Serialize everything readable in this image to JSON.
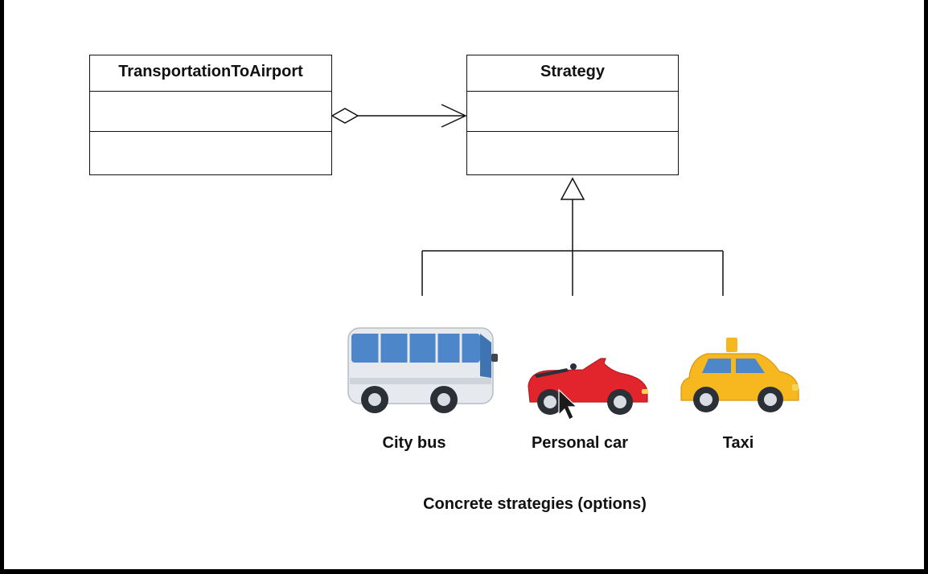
{
  "classes": {
    "context": {
      "name": "TransportationToAirport"
    },
    "strategy": {
      "name": "Strategy"
    }
  },
  "vehicles": [
    {
      "label": "City bus",
      "icon": "bus-icon"
    },
    {
      "label": "Personal car",
      "icon": "convertible-car-icon"
    },
    {
      "label": "Taxi",
      "icon": "taxi-icon"
    }
  ],
  "caption": "Concrete strategies (options)",
  "colors": {
    "line": "#111111",
    "bus_body": "#e6e9ee",
    "bus_window": "#4d86c9",
    "car_body": "#e2242c",
    "taxi_body": "#f7b81f"
  }
}
